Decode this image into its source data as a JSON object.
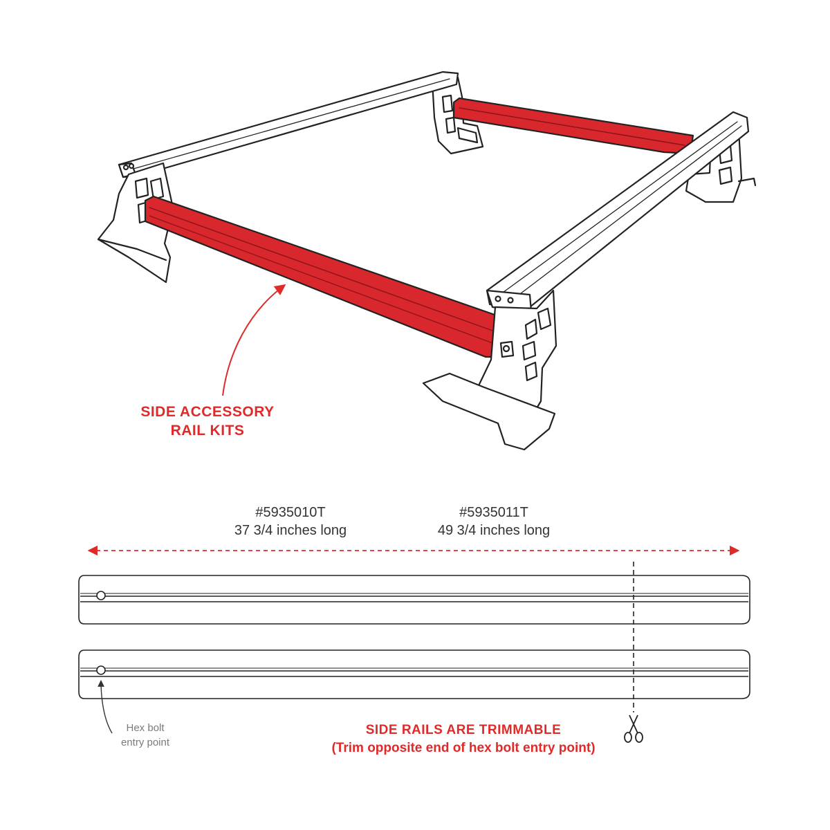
{
  "colors": {
    "accent_red": "#e02a2a",
    "rail_red": "#d8272d",
    "line": "#222222",
    "note_gray": "#7a7a7a"
  },
  "callout": {
    "line1": "SIDE ACCESSORY",
    "line2": "RAIL KITS"
  },
  "part_a": {
    "number": "#5935010T",
    "length": "37 3/4 inches long"
  },
  "part_b": {
    "number": "#5935011T",
    "length": "49 3/4 inches long"
  },
  "hex_note": {
    "line1": "Hex bolt",
    "line2": "entry point"
  },
  "trim_note": {
    "title": "SIDE RAILS ARE TRIMMABLE",
    "subtitle": "(Trim opposite end of hex bolt entry point)"
  },
  "icons": [
    "scissors-icon",
    "arrow-icon"
  ]
}
